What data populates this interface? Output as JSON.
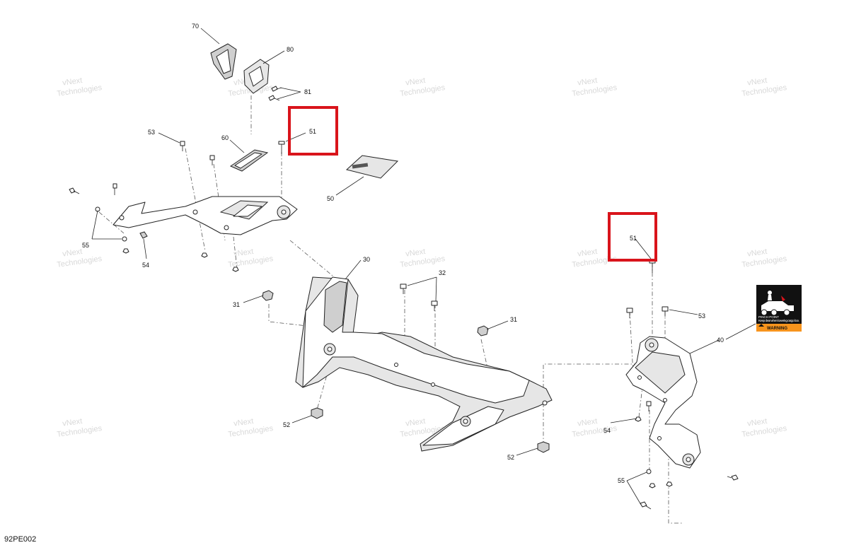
{
  "diagram_id": "92PE002",
  "watermark": {
    "line1": "vNext",
    "line2": "Technologies"
  },
  "callouts": {
    "c70": "70",
    "c80": "80",
    "c81": "81",
    "c53a": "53",
    "c60": "60",
    "c51a": "51",
    "c50": "50",
    "c55a": "55",
    "c54a": "54",
    "c30": "30",
    "c32": "32",
    "c31a": "31",
    "c31b": "31",
    "c52a": "52",
    "c52b": "52",
    "c51b": "51",
    "c53b": "53",
    "c40": "40",
    "c54b": "54",
    "c55b": "55"
  },
  "warning_label": {
    "title": "WARNING",
    "caption1": "PINCH POINT",
    "caption2": "Keep clear when lowering cargo box."
  },
  "colors": {
    "highlight": "#d9141b",
    "warning": "#f7941d"
  }
}
